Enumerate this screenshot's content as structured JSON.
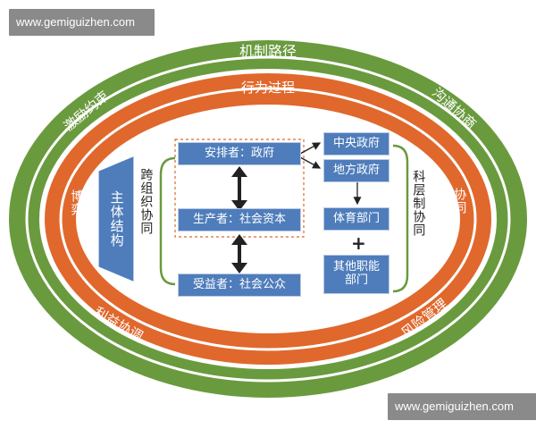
{
  "watermark": {
    "top": "www.gemiguizhen.com",
    "bottom": "www.gemiguizhen.com"
  },
  "outer_ring": {
    "top": "机制路径",
    "top_left": "激励约束",
    "top_right": "沟通协商",
    "bottom_left": "利益协调",
    "bottom_right": "风险管理"
  },
  "middle_ring": {
    "top": "行为过程",
    "left": "博弈",
    "right": "协同"
  },
  "left_block": {
    "label": "主体结构"
  },
  "left_bracket_label": "跨组织协同",
  "right_bracket_label": "科层制协同",
  "actors": {
    "arranger": "安排者：政府",
    "producer": "生产者：社会资本",
    "beneficiary": "受益者：社会公众"
  },
  "government": {
    "central": "中央政府",
    "local": "地方政府",
    "sports": "体育部门",
    "plus": "+",
    "other": "其他职能部门"
  },
  "colors": {
    "outer_ring": "#6a9a3e",
    "middle_ring": "#e0682c",
    "box": "#4f7dbb",
    "background": "#ffffff"
  }
}
